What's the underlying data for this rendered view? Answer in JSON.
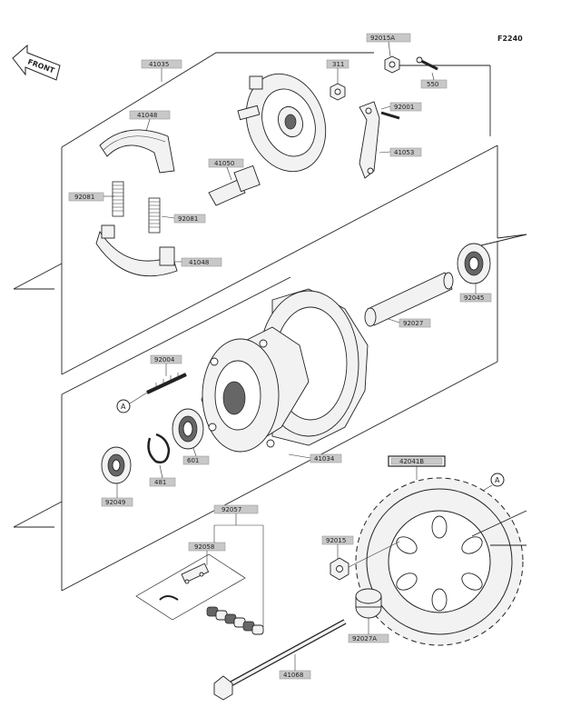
{
  "figure_code": "F2240",
  "front_label": "FRONT",
  "ref_marker": "A",
  "parts": {
    "p41035": "41035",
    "p41048a": "41048",
    "p41048b": "41048",
    "p92081a": "92081",
    "p92081b": "92081",
    "p41050": "41050",
    "p311": "311",
    "p92015a": "92015A",
    "p550": "550",
    "p92001": "92001",
    "p41053": "41053",
    "p92045": "92045",
    "p92027": "92027",
    "p92004": "92004",
    "p601": "601",
    "p481": "481",
    "p92049": "92049",
    "p41034": "41034",
    "p42041": "42041B",
    "p92057": "92057",
    "p92058": "92058",
    "p92015": "92015",
    "p92027a": "92027A",
    "p41068": "41068"
  }
}
